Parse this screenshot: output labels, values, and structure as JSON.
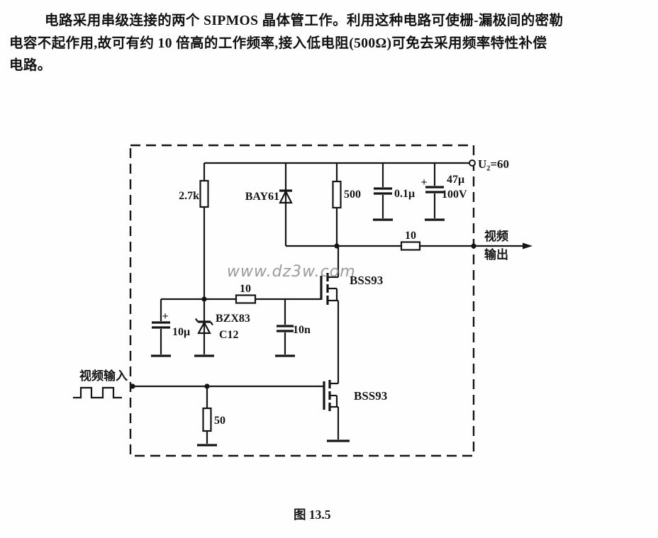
{
  "document": {
    "paragraph": {
      "line1": "电路采用串级连接的两个 SIPMOS 晶体管工作。利用这种电路可使栅-漏极间的密勒",
      "line2": "电容不起作用,故可有约 10 倍高的工作频率,接入低电阻(500Ω)可免去采用频率特性补偿",
      "line3": "电路。"
    },
    "watermark": "www.dz3w.com",
    "caption": "图 13.5"
  },
  "schematic": {
    "supply": {
      "label": "U₂=60"
    },
    "output": {
      "label_top": "视频",
      "label_bottom": "输出"
    },
    "input": {
      "label": "视频输入"
    },
    "components": {
      "r_2k7": "2.7k",
      "d_bay61": "BAY61",
      "r_500": "500",
      "c_01u": "0.1μ",
      "c_47u_plus": "+",
      "c_47u_value": "47μ",
      "c_47u_voltage": "100V",
      "r_out_10": "10",
      "q1": "BSS93",
      "q2": "BSS93",
      "r_gate_10": "10",
      "c_10u_plus": "+",
      "c_10u": "10μ",
      "d_bzx83_line1": "BZX83",
      "d_bzx83_line2": "C12",
      "c_10n": "10n",
      "r_50": "50"
    },
    "colors": {
      "ink": "#151515",
      "watermark": "#9b9b9b"
    }
  }
}
